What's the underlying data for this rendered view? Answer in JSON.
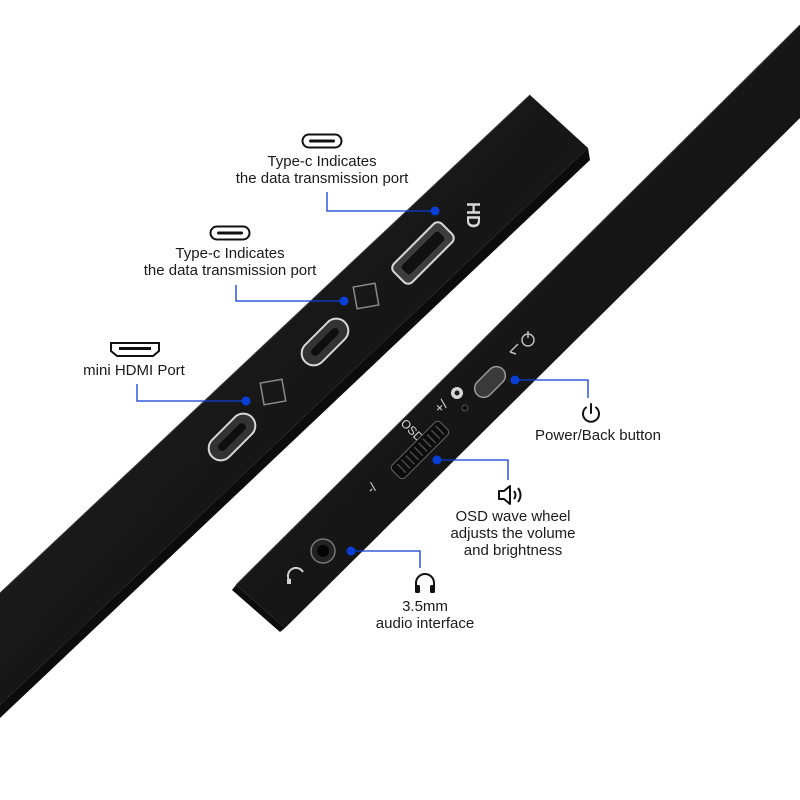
{
  "colors": {
    "accent_blue": "#0a3fd6",
    "device_dark": "#1b1b1b",
    "port_gray": "#5a5a5a",
    "text": "#1a1a1a"
  },
  "labels": {
    "typec_top": {
      "line1": "Type-c Indicates",
      "line2": "the data transmission port",
      "icon": "usb-c-port-icon"
    },
    "typec_mid": {
      "line1": "Type-c Indicates",
      "line2": "the data transmission port",
      "icon": "usb-c-port-icon"
    },
    "mini_hdmi": {
      "line1": "mini HDMI Port",
      "icon": "mini-hdmi-port-icon"
    },
    "power": {
      "line1": "Power/Back button",
      "icon": "power-icon"
    },
    "osd": {
      "line1": "OSD wave wheel",
      "line2": "adjusts the volume",
      "line3": "and brightness",
      "icon": "speaker-icon"
    },
    "audio": {
      "line1": "3.5mm",
      "line2": "audio interface",
      "icon": "headphones-icon"
    }
  },
  "device_markings": {
    "hd": "HD",
    "osd": "OSD",
    "plus_gear": "+/",
    "minus_volume": "-/"
  }
}
